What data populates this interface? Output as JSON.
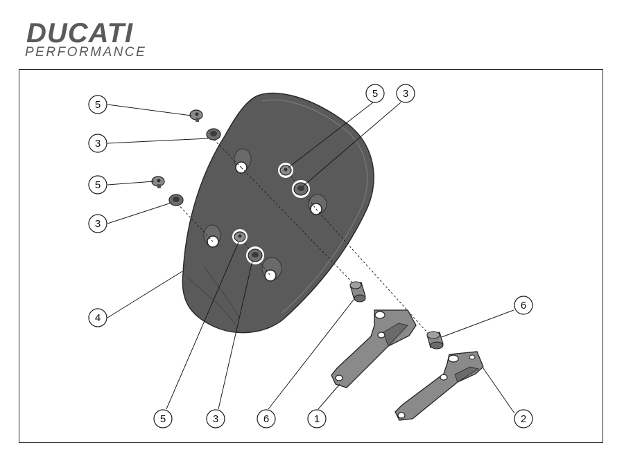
{
  "brand": {
    "name": "DUCATI",
    "sub": "PERFORMANCE",
    "color": "#5a5a5a"
  },
  "callouts": [
    "5",
    "3",
    "5",
    "3",
    "4",
    "5",
    "3",
    "5",
    "3",
    "6",
    "1",
    "6",
    "2"
  ],
  "colors": {
    "shield": "#5a5a5a",
    "shield_edge": "#2a2a2a",
    "part": "#8a8a8a",
    "part_dark": "#5e5e5e",
    "line": "#1a1a1a"
  }
}
